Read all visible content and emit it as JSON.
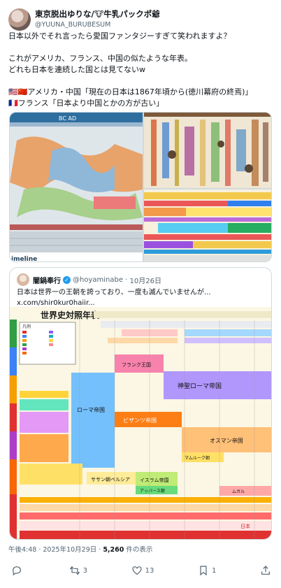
{
  "author": {
    "display_name": "東京脱出ゆりな/🐮牛乳パックポ爺",
    "handle": "@YUUNA_BURUBESUM"
  },
  "tweet_text": "日本以外でそれ言ったら愛国ファンタジーすぎて笑われますよ？\n\nこれがアメリカ、フランス、中国の似たような年表。\nどれも日本を連続した国とは見てないw\n\n🇺🇸🇨🇳アメリカ・中国「現在の日本は1867年頃から(徳川幕府の終焉)」\n🇫🇷フランス「日本より中国とかの方が古い」",
  "media": {
    "top_left_label": "BC AD",
    "footer_label": "imeline"
  },
  "quote": {
    "author_name": "闇鍋奉行",
    "handle": "@hoyaminabe",
    "date": "10月26日",
    "text": "日本は世界一の王朝を誇っており、一度も滅んでいませんが...",
    "link": "x.com/shir0kur0haiir...",
    "chart_title": "世界史対照年表",
    "chart_labels": {
      "rome": "ローマ帝国",
      "sasanian": "ササン朝ペルシア",
      "byzantine": "ビザンツ帝国",
      "hre": "神聖ローマ帝国",
      "france": "フランク王国",
      "islam": "イスラム帝国",
      "ottoman": "オスマン帝国",
      "mamluk": "マムルーク朝",
      "abbasid": "アッバース朝",
      "mughal": "ムガル",
      "japan": "日本",
      "legend_title": "凡例"
    }
  },
  "timestamp": {
    "time": "午後4:48 · 2025年10月29日 · ",
    "views": "5,260",
    "views_label": " 件の表示"
  },
  "actions": {
    "replies": "",
    "reposts": "3",
    "likes": "13",
    "bookmarks": "1"
  },
  "colors": {
    "accent": "#1d9bf0",
    "text": "#0f1419",
    "muted": "#536471",
    "border": "#cfd9de"
  }
}
